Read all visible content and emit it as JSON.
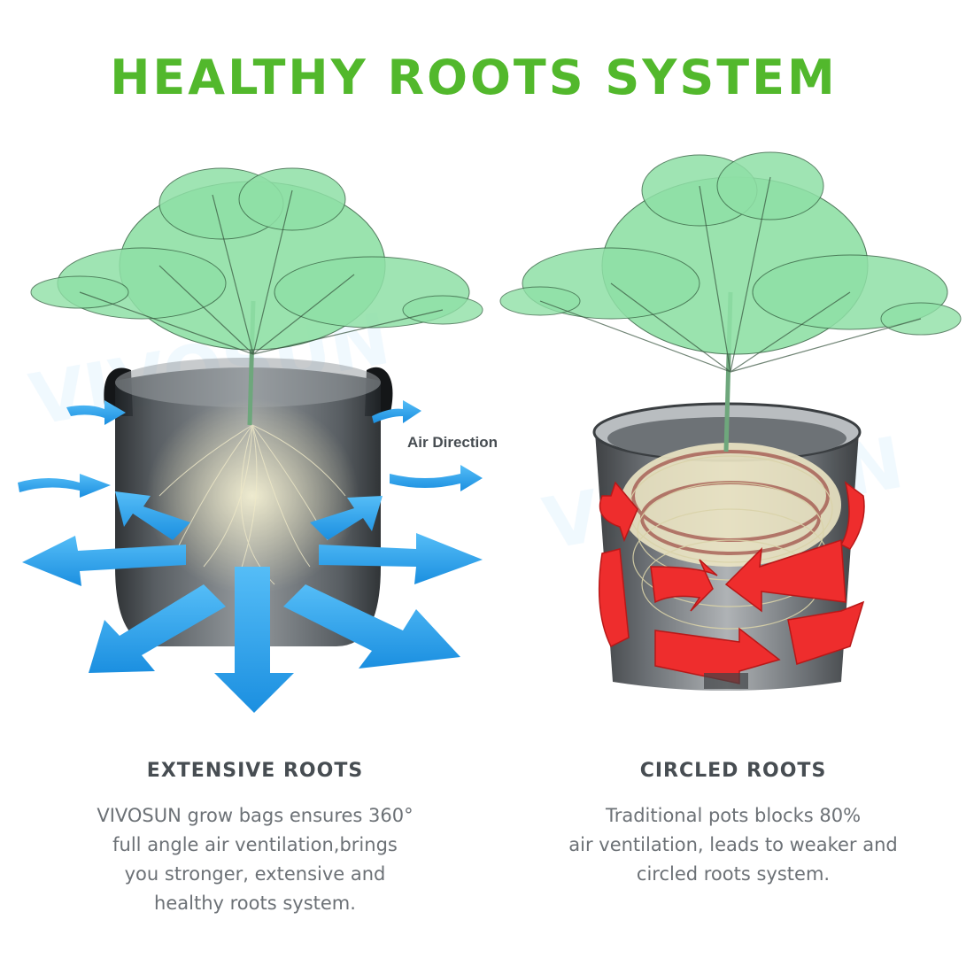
{
  "title": "HEALTHY ROOTS SYSTEM",
  "watermark": "VIVOSUN",
  "air_label": "Air Direction",
  "left": {
    "heading": "EXTENSIVE ROOTS",
    "lines": [
      "VIVOSUN grow bags ensures 360°",
      "full angle air ventilation,brings",
      "you stronger, extensive and",
      "healthy roots system."
    ]
  },
  "right": {
    "heading": "CIRCLED ROOTS",
    "lines": [
      "Traditional pots blocks 80%",
      "air ventilation, leads to weaker and",
      "circled roots system."
    ]
  },
  "colors": {
    "title": "#52b82c",
    "foliage": "#8fe0a6",
    "air_arrow": "#2a9de8",
    "circle_arrow": "#ee2d2d",
    "roots": "#ece6c4"
  }
}
